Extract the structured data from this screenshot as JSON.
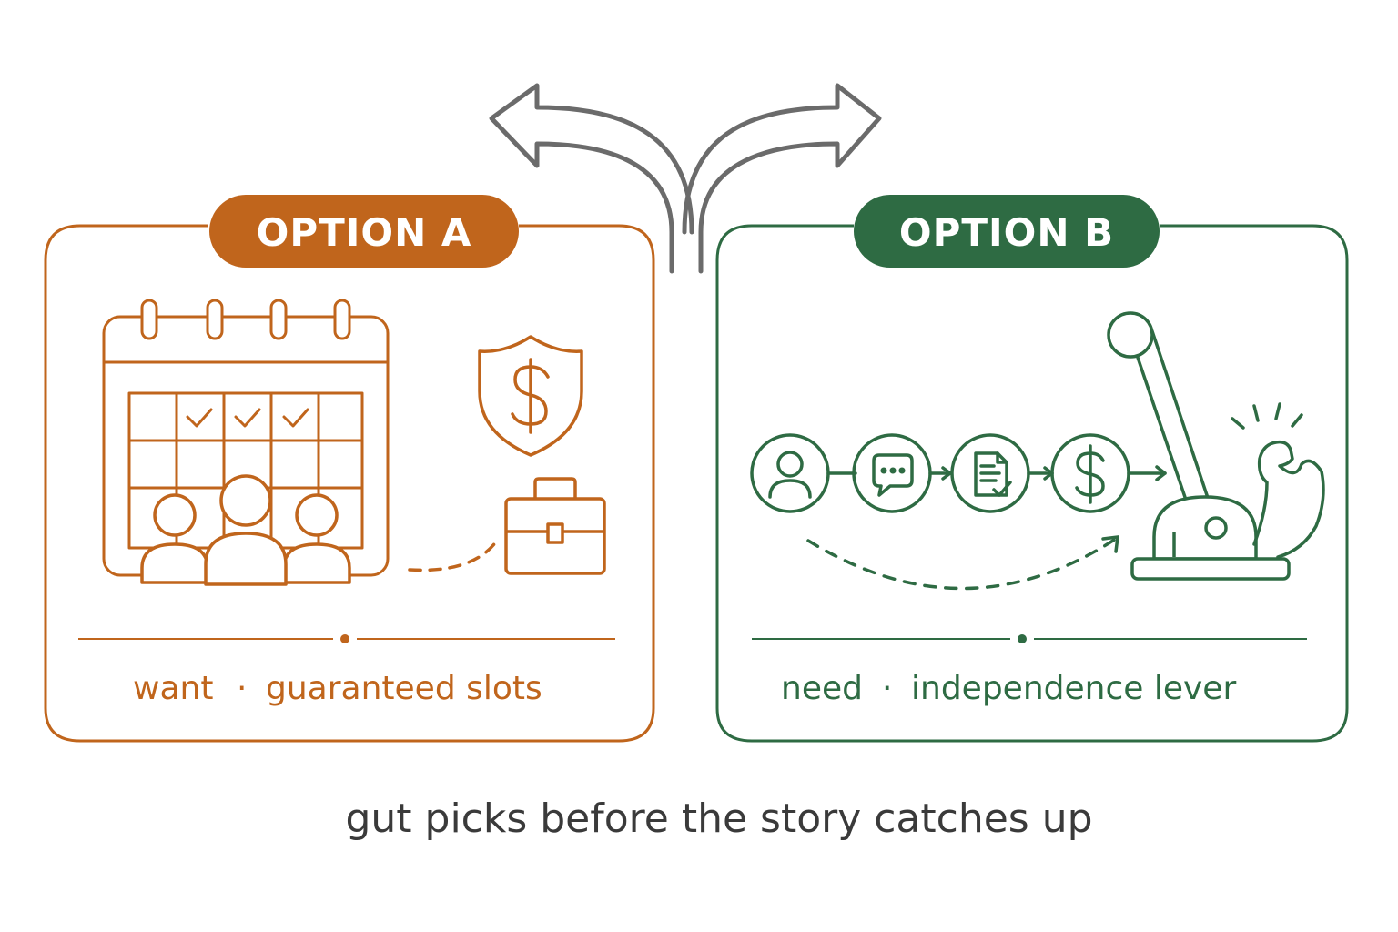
{
  "colors": {
    "option_a": "#c0651c",
    "option_b": "#2e6b43",
    "arrow": "#6b6b6b",
    "footer_text": "#3a3a3a"
  },
  "option_a": {
    "title": "OPTION A",
    "label_left": "want",
    "label_separator": "·",
    "label_right": "guaranteed slots",
    "icons": [
      "calendar-icon",
      "people-group-icon",
      "shield-dollar-icon",
      "briefcase-icon"
    ]
  },
  "option_b": {
    "title": "OPTION B",
    "label_left": "need",
    "label_separator": "·",
    "label_right": "independence lever",
    "icons": [
      "person-icon",
      "chat-bubble-icon",
      "document-check-icon",
      "dollar-circle-icon",
      "lever-icon",
      "flexed-arm-icon"
    ]
  },
  "footer": {
    "caption": "gut picks before the story catches up"
  }
}
